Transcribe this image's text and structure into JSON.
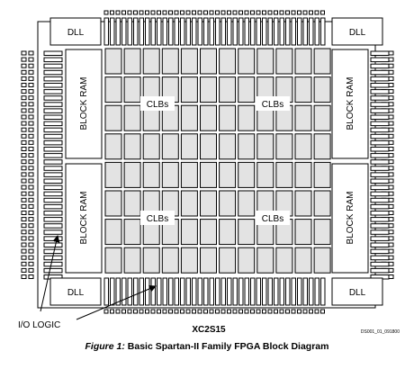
{
  "diagram": {
    "device": "XC2S15",
    "document_id": "DS001_01_091800",
    "labels": {
      "dll": "DLL",
      "block_ram": "BLOCK RAM",
      "clbs": "CLBs",
      "io_logic": "I/O LOGIC"
    },
    "caption_figure": "Figure 1:",
    "caption_title": "Basic Spartan-II Family FPGA Block Diagram"
  }
}
